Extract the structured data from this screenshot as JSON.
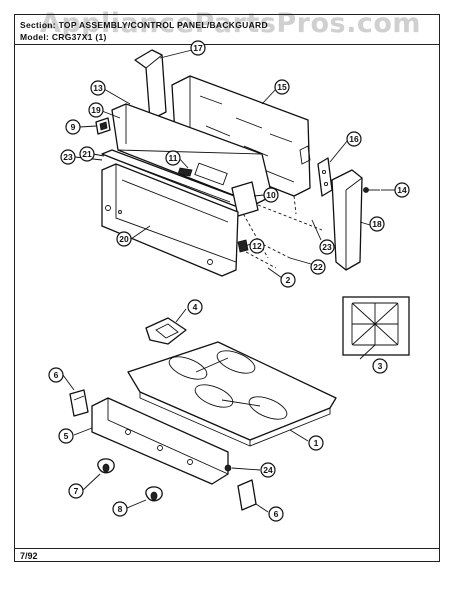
{
  "header": {
    "section": "Section: TOP ASSEMBLY/CONTROL PANEL/BACKGUARD",
    "model": "Model: CRG37X1 (1)"
  },
  "watermark": "AppliancePartsPros.com",
  "footer": {
    "date": "7/92"
  },
  "callouts": [
    {
      "id": "c17",
      "label": "17"
    },
    {
      "id": "c15",
      "label": "15"
    },
    {
      "id": "c13",
      "label": "13"
    },
    {
      "id": "c19",
      "label": "19"
    },
    {
      "id": "c9",
      "label": "9"
    },
    {
      "id": "c21",
      "label": "21"
    },
    {
      "id": "c23a",
      "label": "23"
    },
    {
      "id": "c11",
      "label": "11"
    },
    {
      "id": "c16",
      "label": "16"
    },
    {
      "id": "c14",
      "label": "14"
    },
    {
      "id": "c10",
      "label": "10"
    },
    {
      "id": "c23b",
      "label": "23"
    },
    {
      "id": "c18",
      "label": "18"
    },
    {
      "id": "c20",
      "label": "20"
    },
    {
      "id": "c12",
      "label": "12"
    },
    {
      "id": "c22",
      "label": "22"
    },
    {
      "id": "c2",
      "label": "2"
    },
    {
      "id": "c4",
      "label": "4"
    },
    {
      "id": "c3",
      "label": "3"
    },
    {
      "id": "c6a",
      "label": "6"
    },
    {
      "id": "c5",
      "label": "5"
    },
    {
      "id": "c1",
      "label": "1"
    },
    {
      "id": "c24",
      "label": "24"
    },
    {
      "id": "c7",
      "label": "7"
    },
    {
      "id": "c8",
      "label": "8"
    },
    {
      "id": "c6b",
      "label": "6"
    }
  ]
}
